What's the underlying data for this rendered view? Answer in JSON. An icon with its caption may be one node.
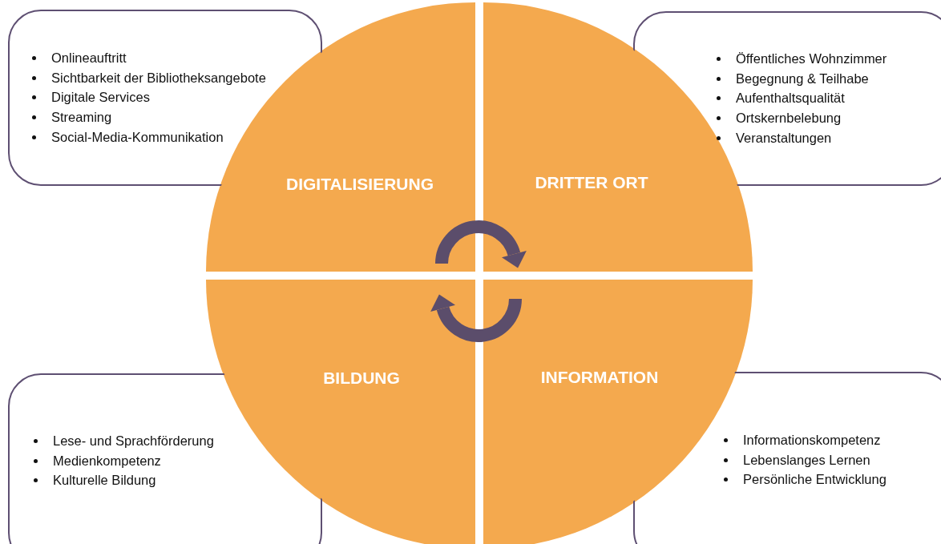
{
  "diagram": {
    "nodes": [
      {
        "text": [
          "Onlineauftritt",
          "Sichtbarkeit der Bibliotheksangebote",
          "Digitale Services",
          "Streaming",
          "Social-Media-Kommunikation"
        ]
      },
      {
        "text": [
          "Öffentliches Wohnzimmer",
          "Begegnung & Teilhabe",
          "Aufenthaltsqualität",
          "Ortskernbelebung",
          "Veranstaltungen"
        ]
      },
      {
        "text": [
          "DIGITALISIERUNG"
        ]
      },
      {
        "text": [
          "DRITTER ORT"
        ]
      },
      {
        "text": [
          "BILDUNG"
        ]
      },
      {
        "text": [
          "INFORMATION"
        ]
      },
      {
        "text": [
          "Lese- und Sprachförderung",
          "Medienkompetenz",
          "Kulturelle Bildung"
        ]
      },
      {
        "text": [
          "Informationskompetenz",
          "Lebenslanges Lernen",
          "Persönliche Entwicklung"
        ]
      }
    ]
  }
}
